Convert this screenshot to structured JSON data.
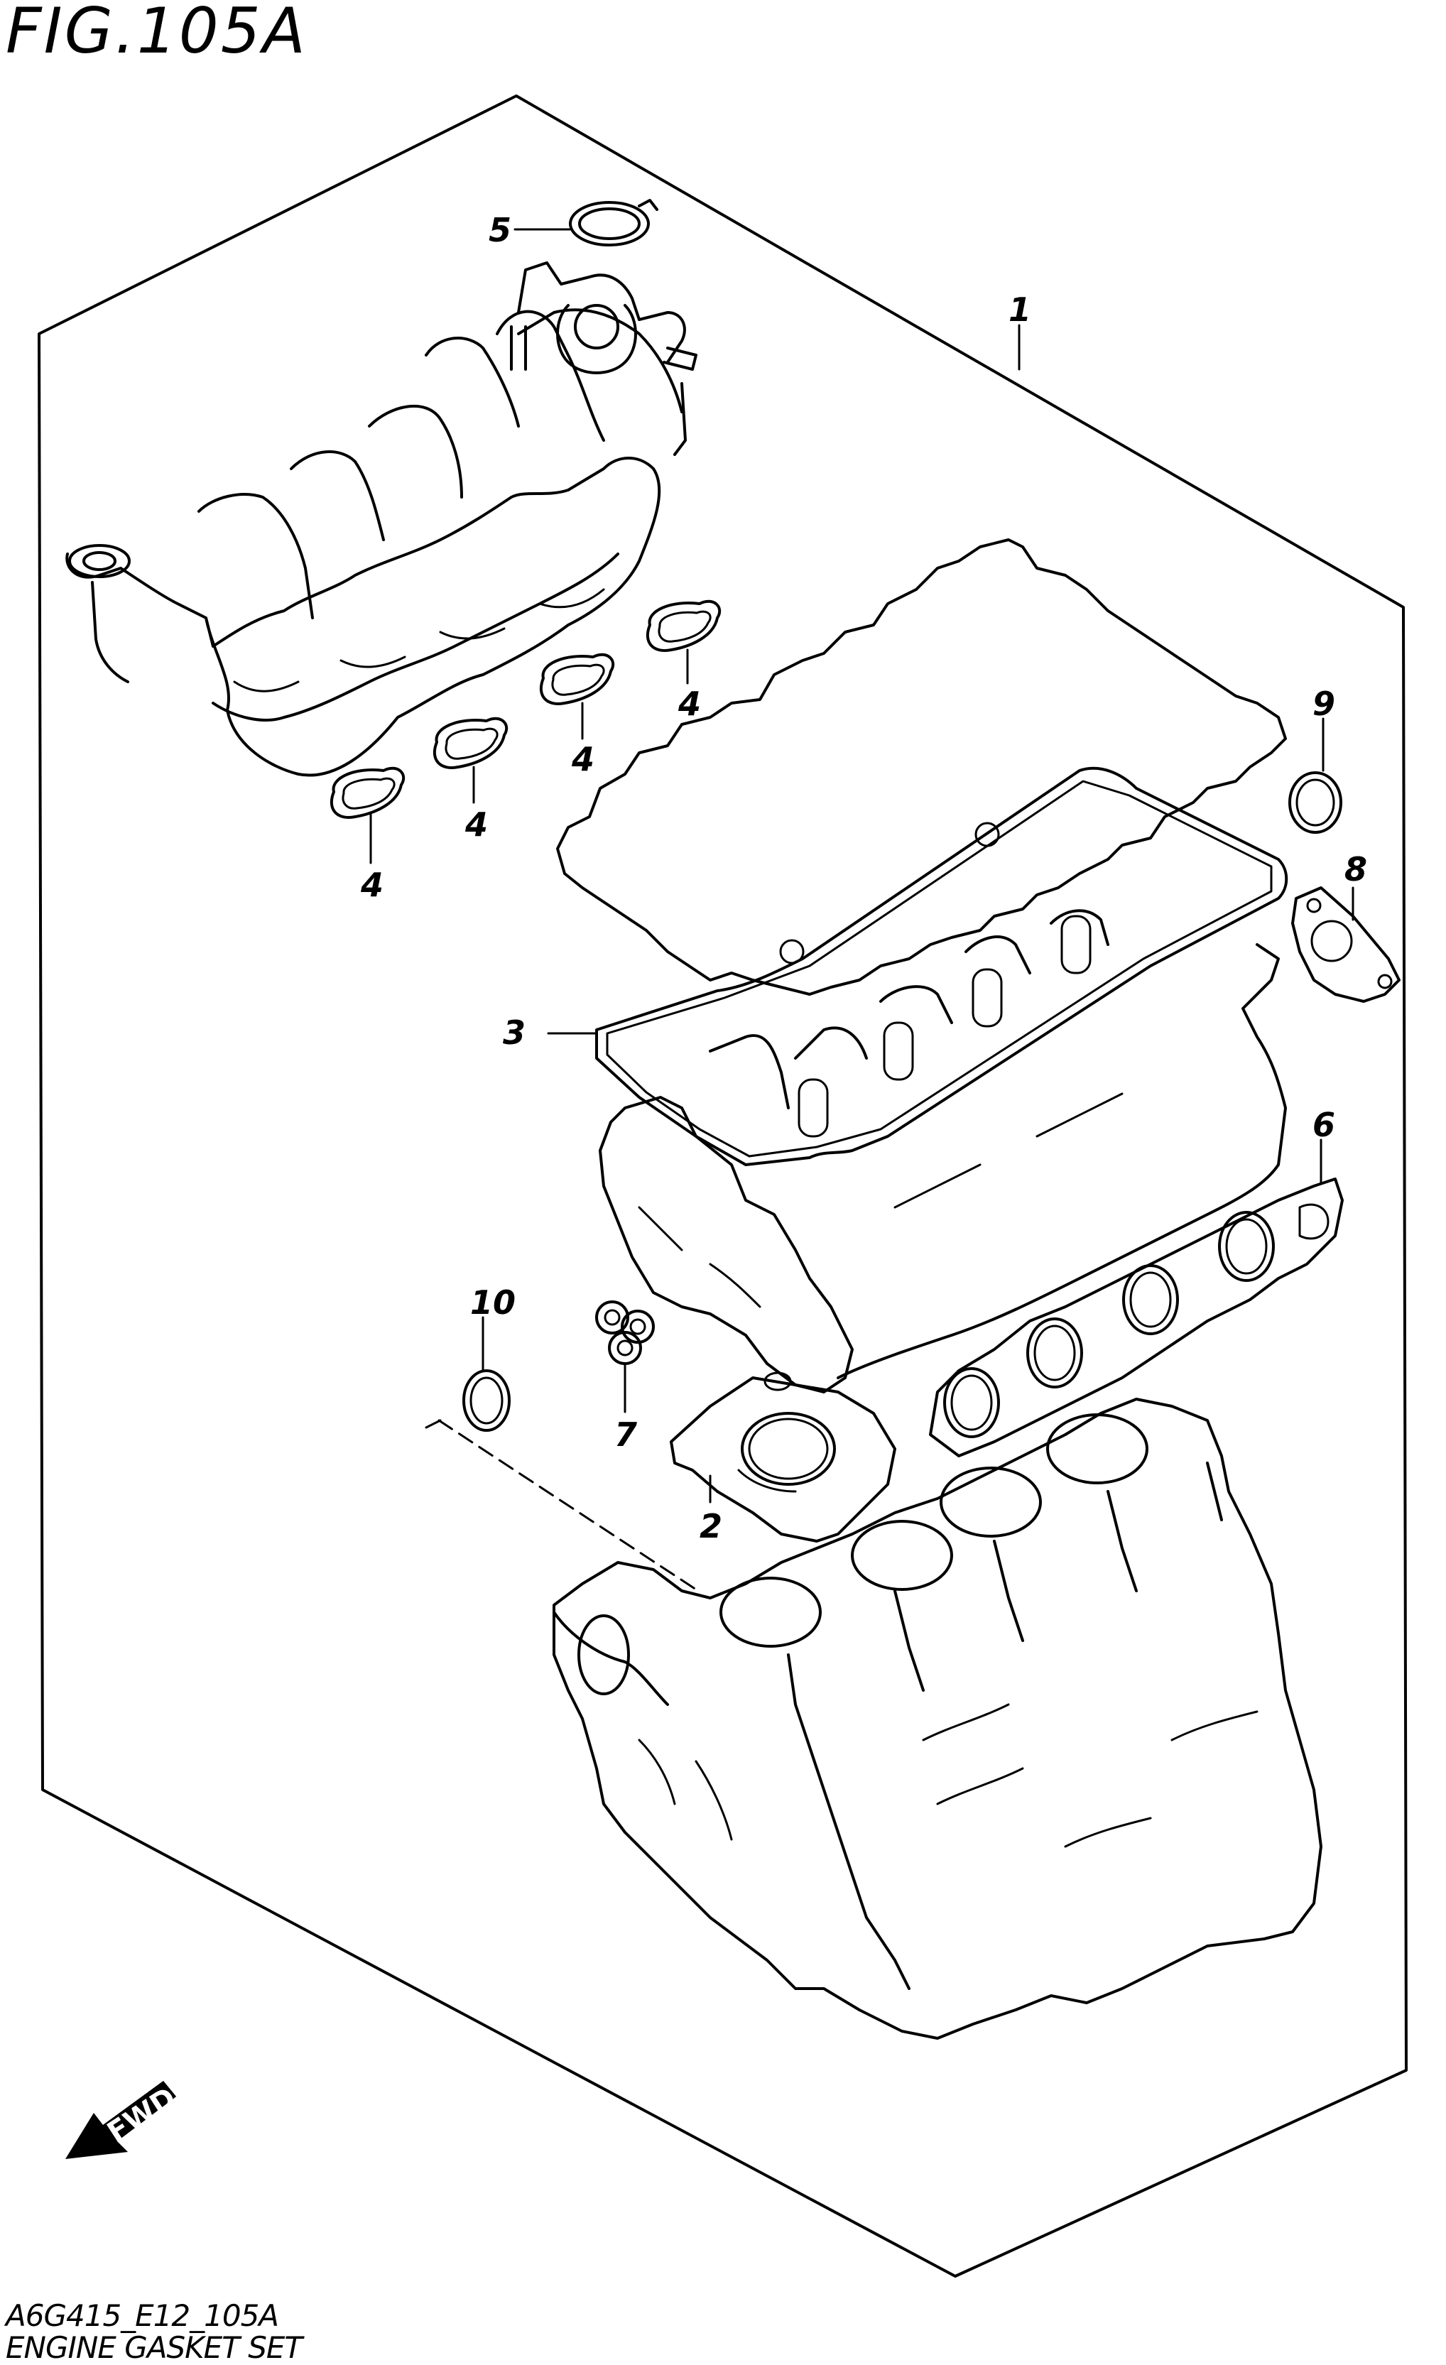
{
  "figure": {
    "title": "FIG.105A",
    "code": "A6G415_E12_105A",
    "name": "ENGINE GASKET SET"
  },
  "callouts": [
    {
      "id": "c1",
      "label": "1"
    },
    {
      "id": "c2",
      "label": "2"
    },
    {
      "id": "c3",
      "label": "3"
    },
    {
      "id": "c4a",
      "label": "4"
    },
    {
      "id": "c4b",
      "label": "4"
    },
    {
      "id": "c4c",
      "label": "4"
    },
    {
      "id": "c4d",
      "label": "4"
    },
    {
      "id": "c5",
      "label": "5"
    },
    {
      "id": "c6",
      "label": "6"
    },
    {
      "id": "c7",
      "label": "7"
    },
    {
      "id": "c8",
      "label": "8"
    },
    {
      "id": "c9",
      "label": "9"
    },
    {
      "id": "c10",
      "label": "10"
    }
  ],
  "direction_indicator": {
    "label": "FWD",
    "icon": "forward-arrow-icon"
  }
}
